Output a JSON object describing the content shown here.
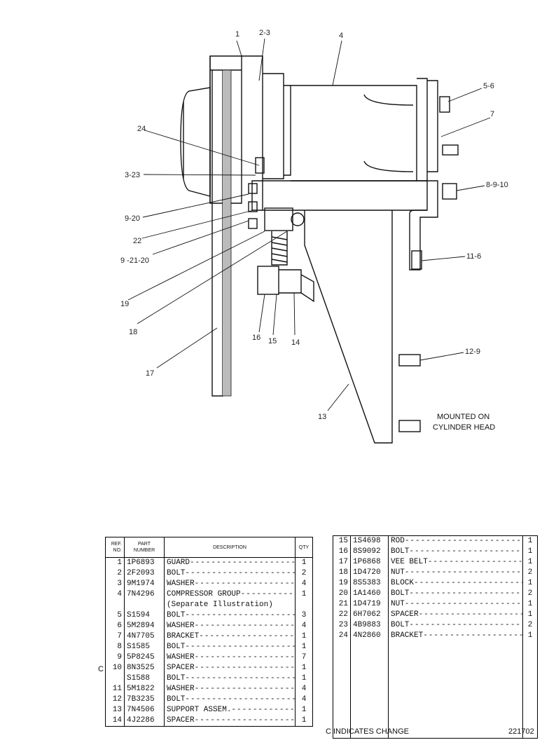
{
  "callouts": [
    "1",
    "2-3",
    "4",
    "5-6",
    "7",
    "8-9-10",
    "11-6",
    "12-9",
    "13",
    "14",
    "15",
    "16",
    "17",
    "18",
    "19",
    "9 -21-20",
    "22",
    "9-20",
    "3-23",
    "24"
  ],
  "mounting_note": [
    "MOUNTED ON",
    "CYLINDER HEAD"
  ],
  "table_headers": {
    "ref": [
      "REF.",
      "NO."
    ],
    "part": [
      "PART",
      "NUMBER"
    ],
    "desc": "DESCRIPTION",
    "qty": "QTY"
  },
  "parts_left": [
    {
      "ref": "1",
      "part": "1P6893",
      "desc": "GUARD",
      "qty": "1"
    },
    {
      "ref": "2",
      "part": "2F2093",
      "desc": "BOLT",
      "qty": "2"
    },
    {
      "ref": "3",
      "part": "9M1974",
      "desc": "WASHER",
      "qty": "4"
    },
    {
      "ref": "4",
      "part": "7N4296",
      "desc": "COMPRESSOR GROUP",
      "qty": "1"
    },
    {
      "ref": "",
      "part": "",
      "desc": "(Separate Illustration)",
      "qty": ""
    },
    {
      "ref": "5",
      "part": "S1594",
      "desc": "BOLT",
      "qty": "3"
    },
    {
      "ref": "6",
      "part": "5M2894",
      "desc": "WASHER",
      "qty": "4"
    },
    {
      "ref": "7",
      "part": "4N7705",
      "desc": "BRACKET",
      "qty": "1"
    },
    {
      "ref": "8",
      "part": "S1585",
      "desc": "BOLT",
      "qty": "1"
    },
    {
      "ref": "9",
      "part": "5P8245",
      "desc": "WASHER",
      "qty": "7"
    },
    {
      "ref": "10",
      "part": "8N3525",
      "desc": "SPACER",
      "qty": "1"
    },
    {
      "ref": "",
      "part": "S1588",
      "desc": "BOLT",
      "qty": "1"
    },
    {
      "ref": "11",
      "part": "5M1822",
      "desc": "WASHER",
      "qty": "4"
    },
    {
      "ref": "12",
      "part": "7B3235",
      "desc": "BOLT",
      "qty": "4"
    },
    {
      "ref": "13",
      "part": "7N4506",
      "desc": "SUPPORT ASSEM.",
      "qty": "1"
    },
    {
      "ref": "14",
      "part": "4J2286",
      "desc": "SPACER",
      "qty": "1"
    }
  ],
  "parts_right": [
    {
      "ref": "15",
      "part": "1S4698",
      "desc": "ROD",
      "qty": "1"
    },
    {
      "ref": "16",
      "part": "8S9092",
      "desc": "BOLT",
      "qty": "1"
    },
    {
      "ref": "17",
      "part": "1P6868",
      "desc": "VEE BELT",
      "qty": "1"
    },
    {
      "ref": "18",
      "part": "1D4720",
      "desc": "NUT",
      "qty": "2"
    },
    {
      "ref": "19",
      "part": "8S5383",
      "desc": "BLOCK",
      "qty": "1"
    },
    {
      "ref": "20",
      "part": "1A1460",
      "desc": "BOLT",
      "qty": "2"
    },
    {
      "ref": "21",
      "part": "1D4719",
      "desc": "NUT",
      "qty": "1"
    },
    {
      "ref": "22",
      "part": "6H7062",
      "desc": "SPACER",
      "qty": "1"
    },
    {
      "ref": "23",
      "part": "4B9883",
      "desc": "BOLT",
      "qty": "2"
    },
    {
      "ref": "24",
      "part": "4N2860",
      "desc": "BRACKET",
      "qty": "1"
    }
  ],
  "change_mark": "C",
  "footer_note": "C  INDICATES CHANGE",
  "doc_number": "221702"
}
